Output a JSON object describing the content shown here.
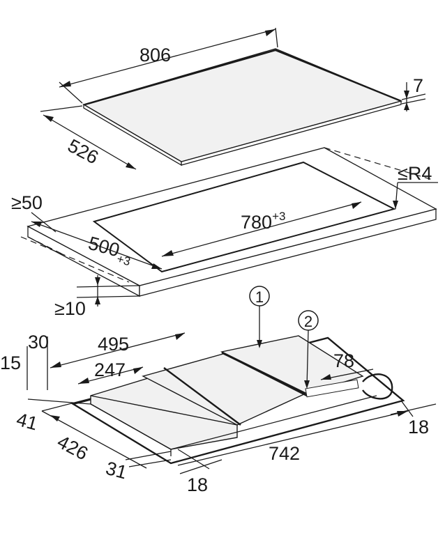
{
  "diagram": {
    "hob": {
      "width": "806",
      "depth": "526",
      "thickness": "7"
    },
    "cutout": {
      "width": "780",
      "width_tolerance": "+3",
      "depth": "500",
      "depth_tolerance": "+3",
      "corner_radius": "≤R4",
      "front_distance": "≥50",
      "min_worktop_thickness": "≥10"
    },
    "underside": {
      "callout_1": "1",
      "callout_2": "2",
      "dim_30": "30",
      "dim_15": "15",
      "dim_495": "495",
      "dim_247": "247",
      "dim_78": "78",
      "dim_41": "41",
      "dim_426": "426",
      "dim_31": "31",
      "dim_742": "742",
      "dim_18_right": "18",
      "dim_18_bottom": "18"
    }
  }
}
